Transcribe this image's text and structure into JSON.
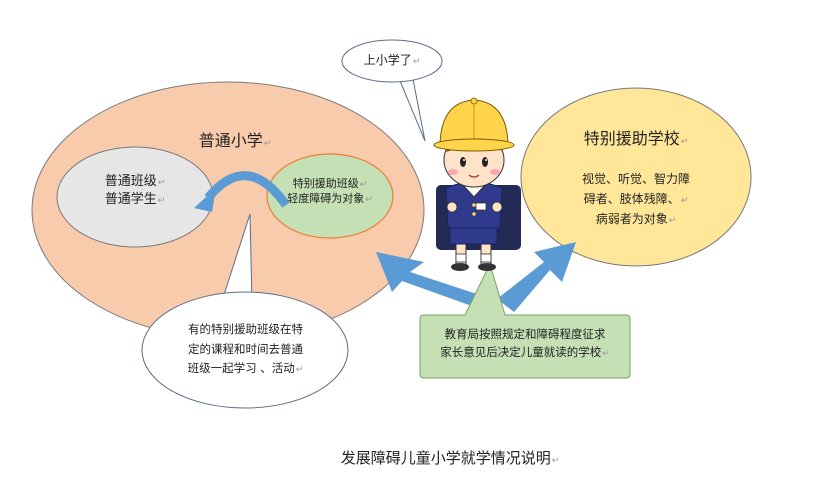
{
  "speech": {
    "text": "上小学了"
  },
  "regular_school": {
    "title": "普通小学",
    "regular_class": {
      "lines": [
        "普通班级",
        "普通学生"
      ]
    },
    "support_class": {
      "lines": [
        "特别援助班级",
        "轻度障碍为对象"
      ]
    }
  },
  "special_school": {
    "title": "特别援助学校",
    "lines": [
      "视觉、听觉、智力障",
      "碍者、肢体残障、",
      "病弱者为对象"
    ]
  },
  "note_bubble": {
    "lines": [
      "有的特别援助班级在特",
      "定的课程和时间去普通",
      "班级一起学习 、活动"
    ]
  },
  "decision_box": {
    "lines": [
      "教育局按照规定和障碍程度征求",
      "家长意见后决定儿童就读的学校"
    ]
  },
  "caption": "发展障碍儿童小学就学情况说明",
  "return_mark": "↵",
  "colors": {
    "regular_school_fill": "#f8cbad",
    "regular_class_fill": "#e7e6e6",
    "support_class_fill": "#c5e0b4",
    "special_school_fill": "#ffe699",
    "decision_fill": "#c5e0b4",
    "arrow_blue": "#5b9bd5",
    "hat_yellow": "#ffd44a",
    "uniform_navy": "#2f3a8c"
  }
}
